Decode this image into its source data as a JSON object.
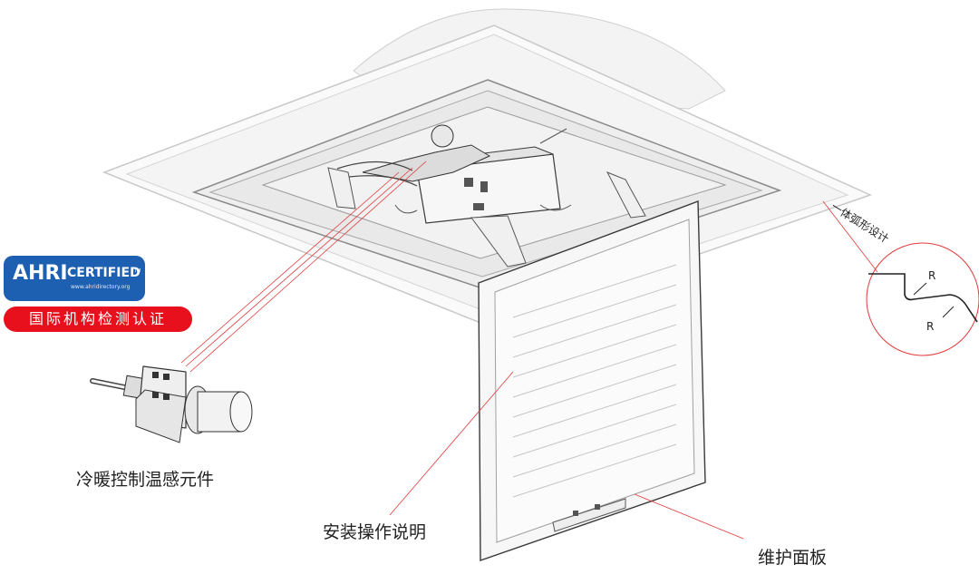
{
  "badges": {
    "ahri_logo": "AHRI",
    "ahri_certified": "CERTIFIED",
    "ahri_tm": "TM",
    "ahri_url": "www.ahridirectory.org",
    "intl_cert": "国际机构检测认证"
  },
  "labels": {
    "sensor": "冷暖控制温感元件",
    "manual": "安装操作说明",
    "panel": "维护面板",
    "arc_design": "一体弧形设计",
    "radius_1": "R",
    "radius_2": "R"
  },
  "colors": {
    "badge_blue": "#1d5fb0",
    "badge_red": "#e8101c",
    "leader_line": "#e23a3a"
  }
}
